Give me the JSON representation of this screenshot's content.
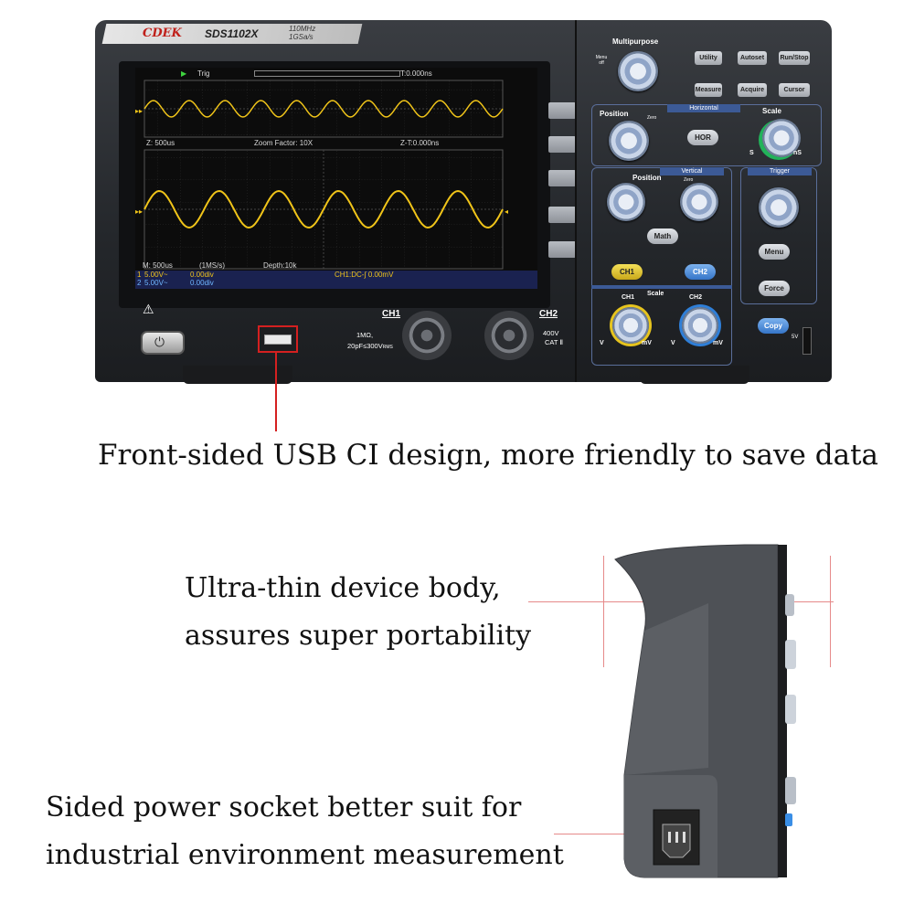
{
  "device": {
    "brand": "CDEK",
    "model": "SDS1102X",
    "spec_bandwidth": "110MHz",
    "spec_sample": "1GSa/s"
  },
  "screen": {
    "trig": "Trig",
    "t_offset": "T:0.000ns",
    "zoom_time": "Z: 500us",
    "zoom_factor": "Zoom Factor: 10X",
    "z_offset": "Z-T:0.000ns",
    "main_time": "M: 500us",
    "sample_rate": "(1MS/s)",
    "depth": "Depth:10k",
    "ch1_scale": "5.00V~",
    "ch1_offset": "0.00div",
    "ch2_scale": "5.00V~",
    "ch2_offset": "0.00div",
    "trigger_info": "CH1:DC-∫ 0.00mV"
  },
  "controls": {
    "multipurpose": "Multipurpose",
    "menu_off": "Menu off",
    "utility": "Utility",
    "autoset": "Autoset",
    "run_stop": "Run/Stop",
    "measure": "Measure",
    "acquire": "Acquire",
    "cursor": "Cursor",
    "horizontal": "Horizontal",
    "h_position": "Position",
    "zero": "Zero",
    "h_scale": "Scale",
    "hor": "HOR",
    "scale_s": "S",
    "scale_ns": "nS",
    "vertical": "Vertical",
    "v_position": "Position",
    "math": "Math",
    "ch1": "CH1",
    "ch2": "CH2",
    "v_scale": "Scale",
    "v_unit": "V",
    "mv_unit": "mV",
    "trigger": "Trigger",
    "menu": "Menu",
    "force": "Force",
    "copy": "Copy",
    "five_v": "5V"
  },
  "front_io": {
    "ch1": "CH1",
    "ch2": "CH2",
    "impedance": "1MΩ,",
    "capacitance": "20pF≤300V",
    "rms": "RMS",
    "cat_voltage": "400V",
    "cat": "CAT Ⅱ"
  },
  "captions": {
    "usb": "Front-sided USB CI design, more friendly to save data",
    "thin_line1": "Ultra-thin device body,",
    "thin_line2": "assures super portability",
    "power_line1": "Sided power socket better suit for",
    "power_line2": "industrial environment measurement"
  },
  "colors": {
    "ch1_trace": "#f0c419",
    "ch2_trace": "#3a8ee6",
    "callout_red": "#d42020",
    "panel_blue": "#3c5a96"
  }
}
